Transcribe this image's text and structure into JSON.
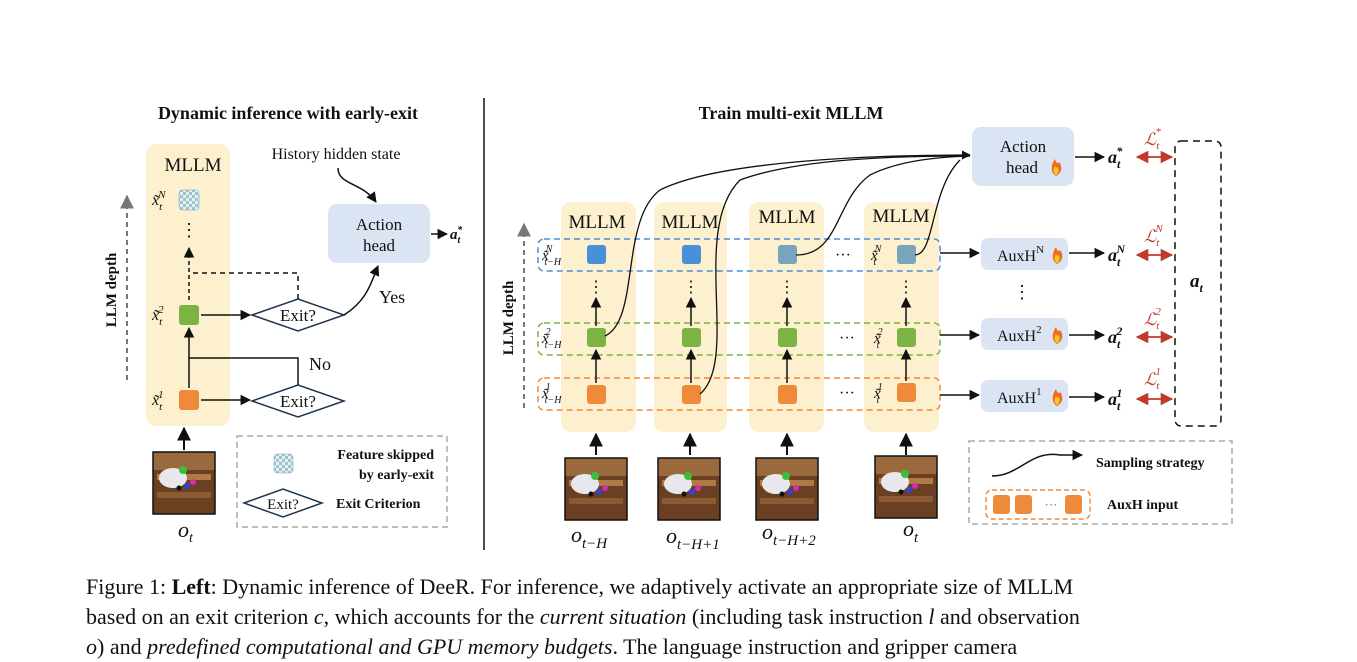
{
  "left_panel": {
    "title": "Dynamic inference with early-exit",
    "mllm_label": "MLLM",
    "axis_label": "LLM depth",
    "history_label": "History hidden state",
    "action_head": [
      "Action",
      "head"
    ],
    "output_star": "a*",
    "exit_label": "Exit?",
    "yes_label": "Yes",
    "no_label": "No",
    "dots": "⋮",
    "feature_tokens": [
      "x̃",
      "N",
      "t",
      "2",
      "1"
    ],
    "observation": [
      "o",
      "t"
    ],
    "legend": {
      "skipped": [
        "Feature skipped",
        "by early-exit"
      ],
      "exit_shape": "Exit?",
      "criterion": "Exit Criterion"
    }
  },
  "right_panel": {
    "title": "Train multi-exit MLLM",
    "axis_label": "LLM depth",
    "mllm_label": "MLLM",
    "action_head": [
      "Action",
      "head"
    ],
    "aux_base": "AuxH",
    "aux_levels": [
      "N",
      "2",
      "1"
    ],
    "outputs": {
      "base": "a",
      "sub": "t",
      "sups": [
        "*",
        "N",
        "2",
        "1"
      ]
    },
    "loss": {
      "base": "ℒ",
      "sub": "t",
      "sups": [
        "*",
        "N",
        "2",
        "1"
      ]
    },
    "target": [
      "a",
      "t"
    ],
    "feature_subs": [
      "t−H",
      "t"
    ],
    "feature_sups": [
      "N",
      "2",
      "1"
    ],
    "ellipsis": "···",
    "vdots": "⋮",
    "observations": [
      {
        "base": "o",
        "sub": "t−H"
      },
      {
        "base": "o",
        "sub": "t−H+1"
      },
      {
        "base": "o",
        "sub": "t−H+2"
      },
      {
        "base": "o",
        "sub": "t"
      }
    ],
    "legend": {
      "sampling": "Sampling strategy",
      "aux_input": "AuxH input",
      "dots": "···"
    },
    "colors": {
      "mllm_bg": "#fdf0cf",
      "head_bg": "#dbe4f3",
      "blue": "#4a90d9",
      "gray_blue": "#7aa3bd",
      "green": "#7cb342",
      "orange": "#ef8a3a",
      "loss_red": "#c0392b"
    }
  },
  "caption": {
    "fig": "Figure 1:",
    "bold": "Left",
    "line1_rest": ": Dynamic inference of DeeR. For inference, we adaptively activate an appropriate size of MLLM",
    "line2_a": "based on an exit criterion ",
    "line2_c": "c",
    "line2_b": ", which accounts for the ",
    "line2_cs": "current situation",
    "line2_d": " (including task instruction ",
    "line2_l": "l",
    "line2_e": " and observation",
    "line3_a": "o",
    "line3_b": ") and ",
    "line3_it": "predefined computational and GPU memory budgets",
    "line3_c": ". The language instruction and gripper camera"
  }
}
